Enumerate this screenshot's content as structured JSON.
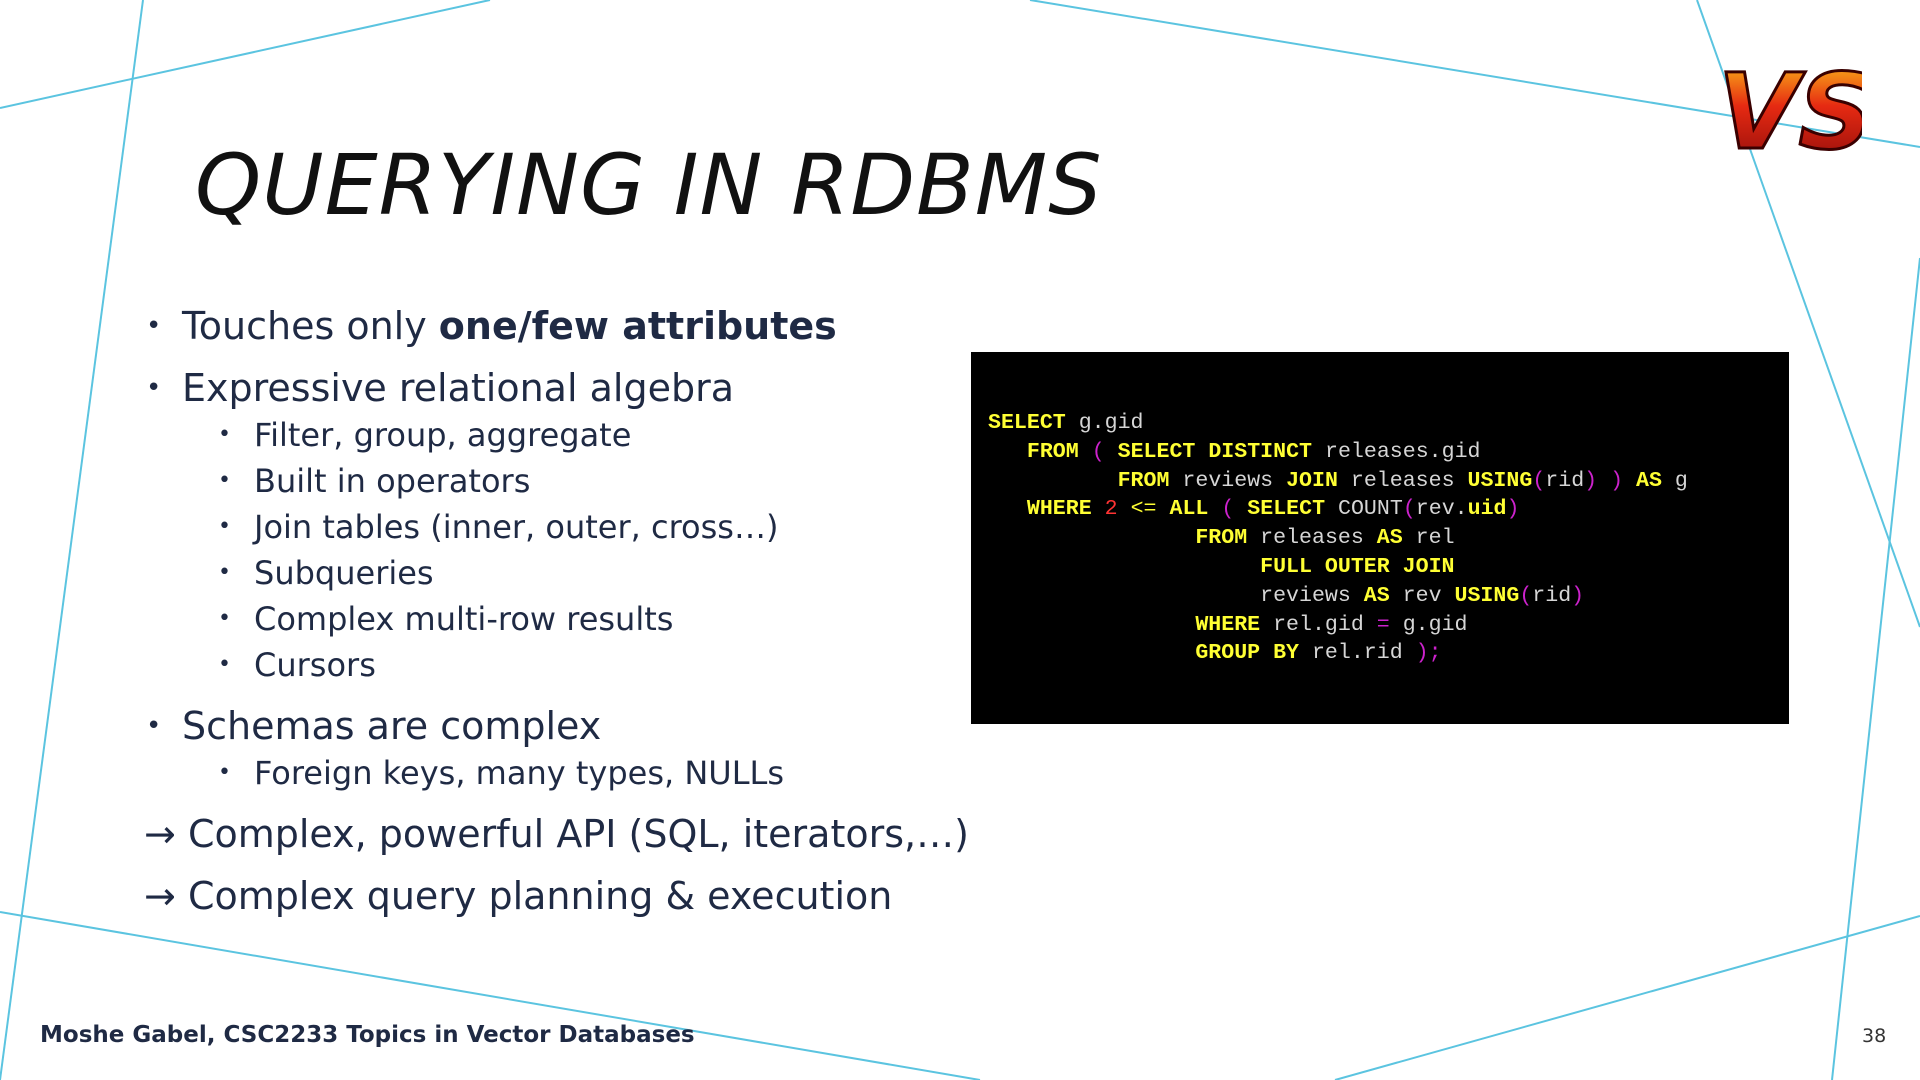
{
  "slide": {
    "title": "QUERYING IN RDBMS",
    "bullets": [
      {
        "prefix": "Touches only ",
        "bold": "one/few attributes"
      },
      {
        "text": "Expressive relational algebra",
        "sub": [
          "Filter, group, aggregate",
          "Built in operators",
          "Join tables (inner, outer, cross…)",
          "Subqueries",
          "Complex multi-row results",
          "Cursors"
        ]
      },
      {
        "text": "Schemas are complex",
        "sub": [
          "Foreign keys, many types, NULLs"
        ]
      }
    ],
    "arrow_symbol": "→",
    "arrows": [
      "Complex, powerful API (SQL, iterators,…)",
      "Complex query planning & execution"
    ],
    "code_lines": [
      [
        [
          "kw",
          "SELECT"
        ],
        [
          "tx",
          " g.gid"
        ]
      ],
      [
        [
          "tx",
          "   "
        ],
        [
          "kw",
          "FROM"
        ],
        [
          "tx",
          " "
        ],
        [
          "pn",
          "("
        ],
        [
          "tx",
          " "
        ],
        [
          "kw",
          "SELECT DISTINCT"
        ],
        [
          "tx",
          " releases.gid"
        ]
      ],
      [
        [
          "tx",
          "          "
        ],
        [
          "kw",
          "FROM"
        ],
        [
          "tx",
          " reviews "
        ],
        [
          "kw",
          "JOIN"
        ],
        [
          "tx",
          " releases "
        ],
        [
          "kw",
          "USING"
        ],
        [
          "pn",
          "("
        ],
        [
          "tx",
          "rid"
        ],
        [
          "pn",
          ")"
        ],
        [
          "tx",
          " "
        ],
        [
          "pn",
          ")"
        ],
        [
          "tx",
          " "
        ],
        [
          "kw",
          "AS"
        ],
        [
          "tx",
          " g"
        ]
      ],
      [
        [
          "tx",
          "   "
        ],
        [
          "kw",
          "WHERE"
        ],
        [
          "tx",
          " "
        ],
        [
          "num",
          "2"
        ],
        [
          "tx",
          " "
        ],
        [
          "op",
          "<="
        ],
        [
          "tx",
          " "
        ],
        [
          "kw",
          "ALL"
        ],
        [
          "tx",
          " "
        ],
        [
          "pn",
          "("
        ],
        [
          "tx",
          " "
        ],
        [
          "kw",
          "SELECT"
        ],
        [
          "tx",
          " COUNT"
        ],
        [
          "pn",
          "("
        ],
        [
          "tx",
          "rev."
        ],
        [
          "kw",
          "uid"
        ],
        [
          "pn",
          ")"
        ]
      ],
      [
        [
          "tx",
          "                "
        ],
        [
          "kw",
          "FROM"
        ],
        [
          "tx",
          " releases "
        ],
        [
          "kw",
          "AS"
        ],
        [
          "tx",
          " rel"
        ]
      ],
      [
        [
          "tx",
          "                     "
        ],
        [
          "kw",
          "FULL OUTER JOIN"
        ]
      ],
      [
        [
          "tx",
          "                     reviews "
        ],
        [
          "kw",
          "AS"
        ],
        [
          "tx",
          " rev "
        ],
        [
          "kw",
          "USING"
        ],
        [
          "pn",
          "("
        ],
        [
          "tx",
          "rid"
        ],
        [
          "pn",
          ")"
        ]
      ],
      [
        [
          "tx",
          "                "
        ],
        [
          "kw",
          "WHERE"
        ],
        [
          "tx",
          " rel.gid "
        ],
        [
          "pn",
          "="
        ],
        [
          "tx",
          " g.gid"
        ]
      ],
      [
        [
          "tx",
          "                "
        ],
        [
          "kw",
          "GROUP BY"
        ],
        [
          "tx",
          " rel.rid "
        ],
        [
          "pn",
          ");"
        ]
      ]
    ],
    "footer": "Moshe Gabel, CSC2233 Topics in Vector Databases",
    "page_number": "38",
    "logo_text": "VS"
  },
  "colors": {
    "line": "#5bc4e0",
    "keyword": "#ffff33",
    "punct": "#cc22cc",
    "number": "#ff3333",
    "code_text": "#d6d6d6",
    "code_bg": "#000000",
    "logo_red": "#d21414"
  }
}
